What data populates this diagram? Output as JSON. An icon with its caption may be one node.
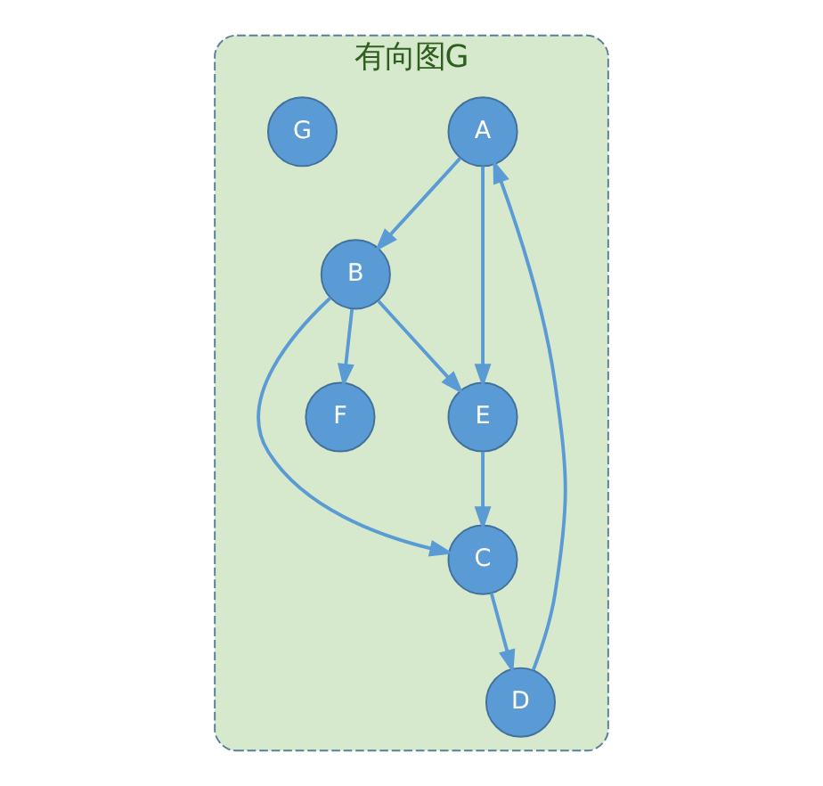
{
  "diagram": {
    "nodes": [
      {
        "text": [
          "有向图G"
        ]
      },
      {
        "text": [
          "A"
        ],
        "in": 0
      },
      {
        "text": [
          "B"
        ],
        "in": 0
      },
      {
        "text": [
          "F"
        ],
        "in": 0
      },
      {
        "text": [
          "G"
        ],
        "in": 0
      },
      {
        "text": [
          "E"
        ],
        "in": 0
      },
      {
        "text": [
          "D"
        ],
        "in": 0
      },
      {
        "text": [
          "C"
        ],
        "in": 0
      }
    ],
    "edges": [
      {
        "from": 1,
        "to": 2,
        "arrow": "to"
      },
      {
        "from": 2,
        "to": 3,
        "arrow": "to"
      },
      {
        "from": 1,
        "to": 5,
        "arrow": "to"
      },
      {
        "from": 2,
        "to": 7,
        "arrow": "to"
      },
      {
        "from": 2,
        "to": 5,
        "arrow": "to"
      },
      {
        "from": 5,
        "to": 7,
        "arrow": "to"
      },
      {
        "from": 7,
        "to": 6,
        "arrow": "to"
      },
      {
        "from": 6,
        "to": 1,
        "arrow": "to"
      }
    ]
  }
}
